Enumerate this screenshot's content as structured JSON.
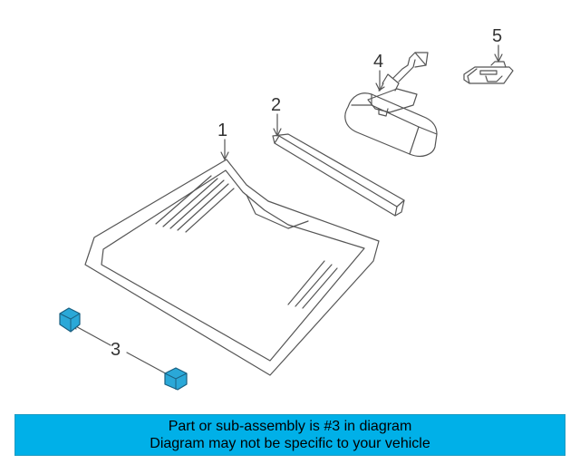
{
  "diagram": {
    "callouts": {
      "c1": "1",
      "c2": "2",
      "c3": "3",
      "c4": "4",
      "c5": "5"
    },
    "highlight_color": "#2aa8d8",
    "line_color": "#555555"
  },
  "banner": {
    "line1": "Part or sub-assembly is #3 in diagram",
    "line2": "Diagram may not be specific to your vehicle",
    "background": "#00b0e8"
  }
}
